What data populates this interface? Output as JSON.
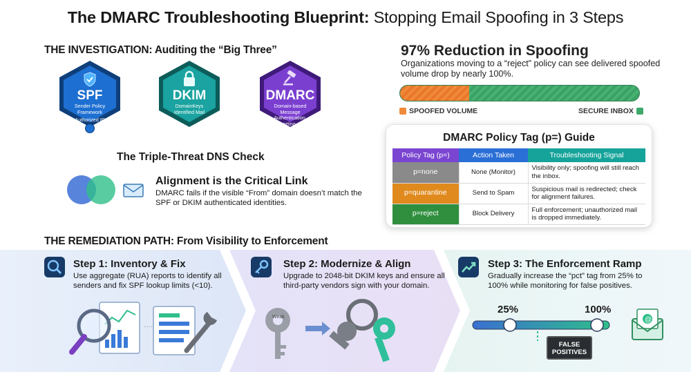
{
  "title": {
    "bold": "The DMARC Troubleshooting Blueprint:",
    "rest": "Stopping Email Spoofing in 3 Steps"
  },
  "investigation": {
    "heading": "THE INVESTIGATION: Auditing the “Big Three”",
    "badges": [
      {
        "title": "SPF",
        "subtitle": "Sender Policy Framework",
        "footer": "Authorized IP",
        "icon": "shield-icon",
        "color": "#1d6fd1"
      },
      {
        "title": "DKIM",
        "subtitle": "DomainKeys Identified Mail",
        "footer": "",
        "icon": "lock-icon",
        "color": "#1aa3a0"
      },
      {
        "title": "DMARC",
        "subtitle": "Domain-based Message Authentication, Reporting, and Conformance",
        "footer": "",
        "icon": "gavel-icon",
        "color": "#7b3fd0"
      }
    ],
    "triple_check": "The Triple-Threat DNS Check",
    "alignment_title": "Alignment is the Critical Link",
    "alignment_desc": "DMARC fails if the visible “From” domain doesn’t match the SPF or DKIM authenticated identities."
  },
  "stat": {
    "title": "97% Reduction in Spoofing",
    "desc": "Organizations moving to a “reject” policy can see delivered spoofed volume drop by nearly 100%.",
    "spoofed_fraction": 0.29,
    "legend_spoofed": "SPOOFED VOLUME",
    "legend_secure": "SECURE INBOX",
    "spoofed_color": "#f08a3a",
    "secure_color": "#3ea86a"
  },
  "policy_guide": {
    "title": "DMARC Policy Tag (p=) Guide",
    "headers": [
      "Policy Tag (p=)",
      "Action Taken",
      "Troubleshooting Signal"
    ],
    "header_colors": [
      "#7a45d0",
      "#2a6fd6",
      "#16a39a"
    ],
    "rows": [
      {
        "tag": "p=none",
        "action": "None (Monitor)",
        "signal": "Visibility only; spoofing will still reach the inbox.",
        "color": "#8a8a8a"
      },
      {
        "tag": "p=quarantine",
        "action": "Send to Spam",
        "signal": "Suspicious mail is redirected; check for alignment failures.",
        "color": "#e08a1e"
      },
      {
        "tag": "p=reject",
        "action": "Block Delivery",
        "signal": "Full enforcement; unauthorized mail is dropped immediately.",
        "color": "#2f8f3e"
      }
    ]
  },
  "remediation": {
    "heading": "THE REMEDIATION PATH: From Visibility to Enforcement",
    "steps": [
      {
        "title": "Step 1: Inventory & Fix",
        "desc": "Use aggregate (RUA) reports to identify all senders and fix SPF lookup limits (<10).",
        "icon": "search-icon"
      },
      {
        "title": "Step 2: Modernize & Align",
        "desc": "Upgrade to 2048-bit DKIM keys and ensure all third-party vendors sign with your domain.",
        "icon": "key-icon"
      },
      {
        "title": "Step 3: The Enforcement Ramp",
        "desc": "Gradually increase the “pct” tag from 25% to 100% while monitoring for false positives.",
        "icon": "chart-up-icon"
      }
    ],
    "weak_label": "Weak",
    "ramp_start": "25%",
    "ramp_end": "100%",
    "false_positives": "FALSE POSITIVES"
  }
}
